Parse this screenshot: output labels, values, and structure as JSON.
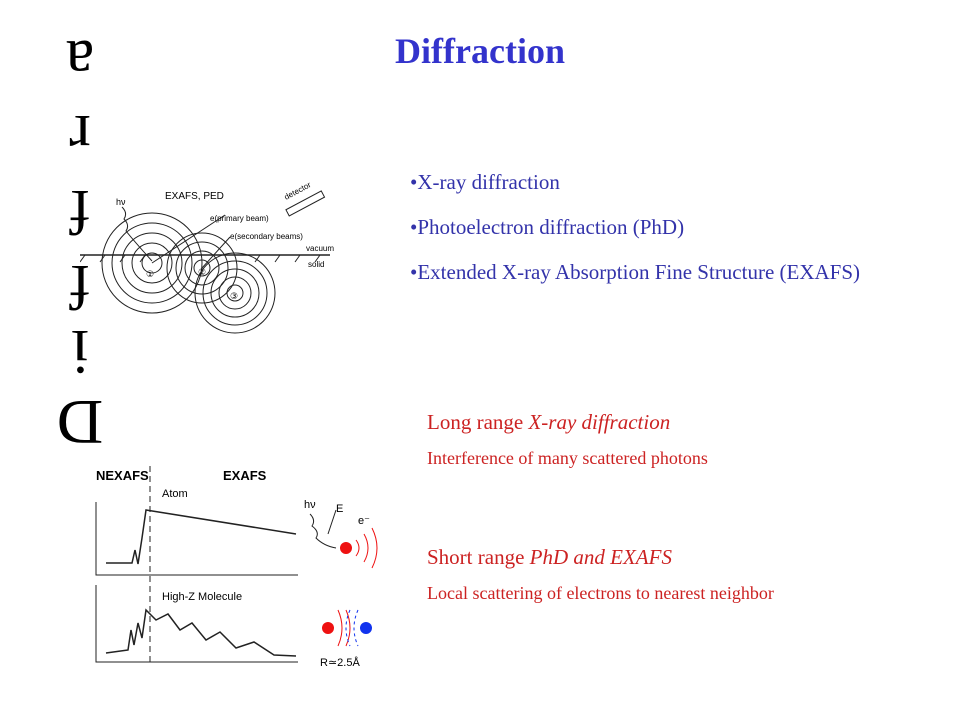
{
  "title": "Diffraction",
  "vertical_letters": [
    "a",
    "r",
    "f",
    "f",
    "i",
    "D"
  ],
  "bullets": [
    "•X-ray diffraction",
    "•Photoelectron diffraction (PhD)",
    "•Extended X-ray Absorption Fine Structure (EXAFS)"
  ],
  "long_range": {
    "heading_plain": "Long range ",
    "heading_italic": "X-ray diffraction",
    "description": "Interference of many scattered photons"
  },
  "short_range": {
    "heading_plain": "Short range ",
    "heading_italic": "PhD and EXAFS",
    "description": "Local scattering of electrons to nearest neighbor"
  },
  "diagram_top": {
    "title": "EXAFS, PED",
    "hv": "hν",
    "detector": "detector",
    "primary_beam": "e(primary beam)",
    "secondary_beams": "e(secondary beams)",
    "vacuum": "vacuum",
    "solid": "solid",
    "atoms": [
      "①",
      "②",
      "③"
    ]
  },
  "diagram_bottom": {
    "nexafs": "NEXAFS",
    "exafs": "EXAFS",
    "atom": "Atom",
    "molecule": "High-Z Molecule",
    "hv": "hν",
    "E": "E",
    "electron": "e⁻",
    "distance": "R≃2.5Å"
  },
  "colors": {
    "title": "#3333cc",
    "bullets": "#3333aa",
    "sections": "#cc2222",
    "atom_red": "#ee1111",
    "atom_blue": "#1133ee"
  }
}
